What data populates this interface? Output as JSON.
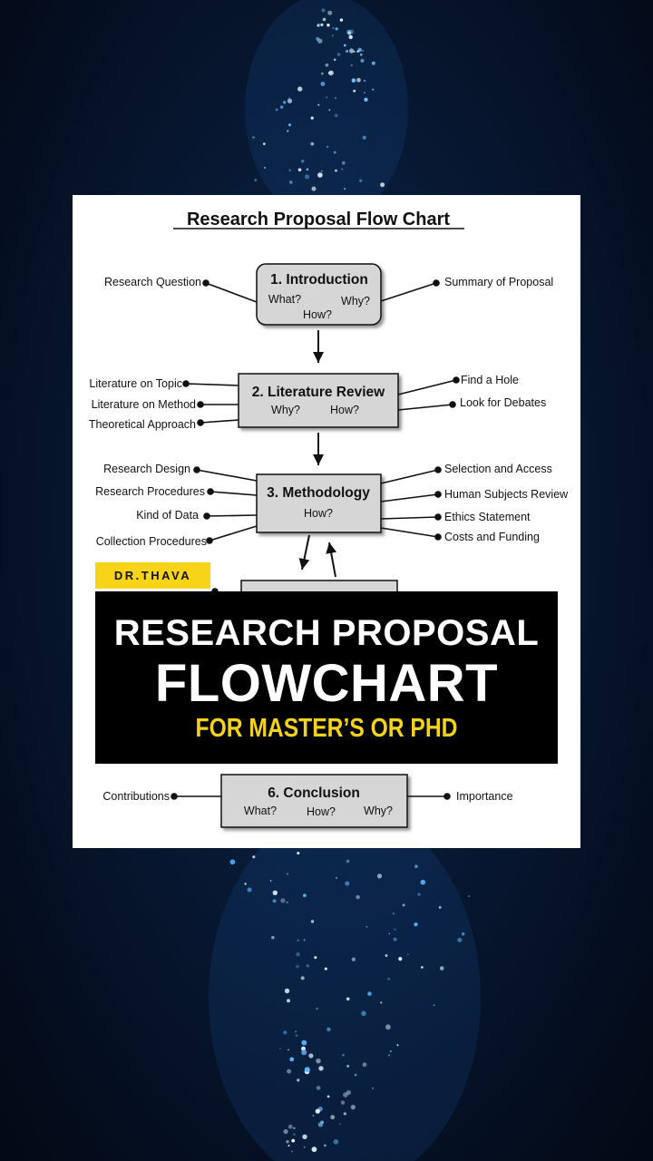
{
  "diagram": {
    "title": "Research Proposal Flow Chart",
    "steps": [
      {
        "title": "1. Introduction",
        "subs": [
          "What?",
          "Why?",
          "How?"
        ]
      },
      {
        "title": "2. Literature Review",
        "subs": [
          "Why?",
          "How?"
        ]
      },
      {
        "title": "3. Methodology",
        "subs": [
          "How?"
        ]
      },
      {
        "title": "6. Conclusion",
        "subs": [
          "What?",
          "How?",
          "Why?"
        ]
      }
    ],
    "intro_left": [
      "Research Question"
    ],
    "intro_right": [
      "Summary of Proposal"
    ],
    "lit_left": [
      "Literature on Topic",
      "Literature on Method",
      "Theoretical Approach"
    ],
    "lit_right": [
      "Find a Hole",
      "Look for Debates"
    ],
    "method_left": [
      "Research Design",
      "Research Procedures",
      "Kind of Data",
      "Collection Procedures"
    ],
    "method_right": [
      "Selection and Access",
      "Human Subjects Review",
      "Ethics Statement",
      "Costs and Funding"
    ],
    "concl_left": [
      "Contributions"
    ],
    "concl_right": [
      "Importance"
    ]
  },
  "overlay": {
    "tag": "DR.THAVA",
    "line1": "RESEARCH PROPOSAL",
    "line2": "FLOWCHART",
    "line3": "FOR MASTER’S OR PHD"
  }
}
